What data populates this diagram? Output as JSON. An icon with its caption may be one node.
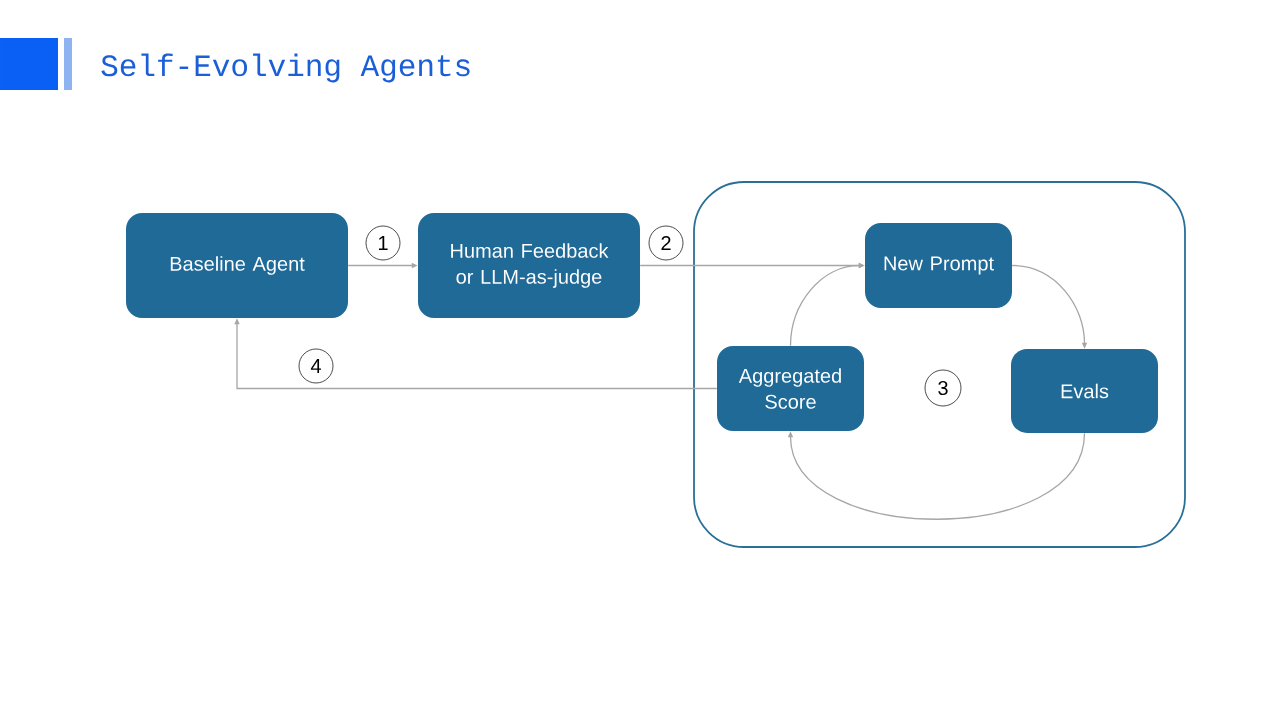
{
  "diagram": {
    "title": "Self-Evolving Agents",
    "nodes": [
      {
        "text": [
          "Baseline Agent"
        ]
      },
      {
        "text": [
          "1"
        ]
      },
      {
        "text": [
          "Human Feedback or LLM-as-judge"
        ]
      },
      {
        "text": [
          "2"
        ]
      },
      {
        "text": [],
        "shape": "box"
      },
      {
        "text": [
          "New Prompt"
        ],
        "in": 4
      },
      {
        "text": [
          "4"
        ]
      },
      {
        "text": [
          "Aggregated Score"
        ],
        "in": 4
      },
      {
        "text": [
          "3"
        ],
        "in": 4
      },
      {
        "text": [
          "Evals"
        ],
        "in": 4
      }
    ],
    "edges": [
      {
        "from": 0,
        "to": 2,
        "arrow": "to"
      },
      {
        "from": 2,
        "to": 5,
        "arrow": "to"
      },
      {
        "from": 5,
        "to": 9,
        "arrow": "to"
      },
      {
        "from": 9,
        "to": 7,
        "arrow": "to"
      },
      {
        "from": 7,
        "to": 5,
        "arrow": "to"
      },
      {
        "from": 7,
        "to": 0,
        "arrow": "to"
      }
    ]
  }
}
